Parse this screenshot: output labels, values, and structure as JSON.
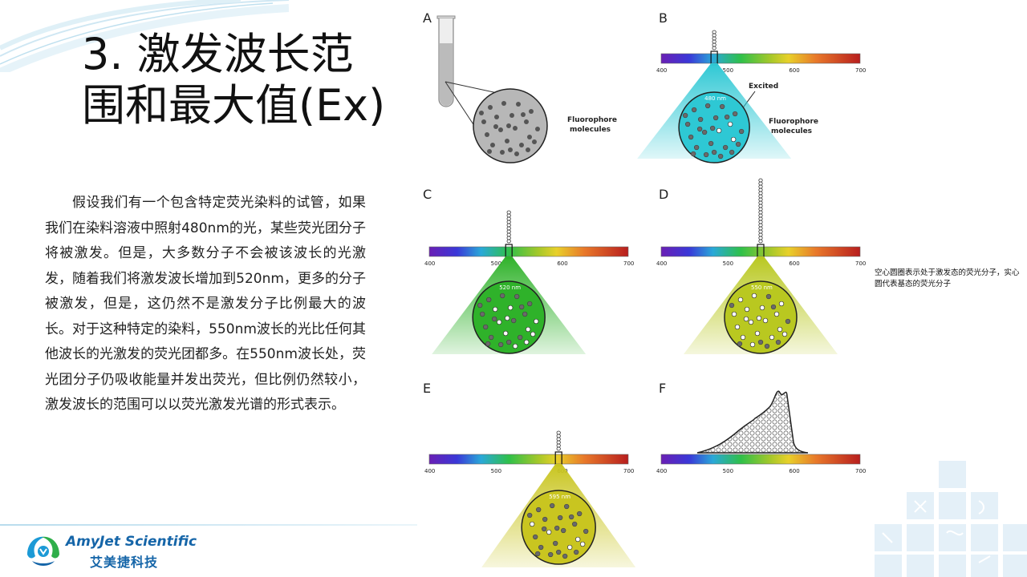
{
  "slide": {
    "title_line1": "3. 激发波长范",
    "title_line2": "围和最大值(Ex)",
    "body": "假设我们有一个包含特定荧光染料的试管，如果我们在染料溶液中照射480nm的光，某些荧光团分子将被激发。但是，大多数分子不会被该波长的光激发，随着我们将激发波长增加到520nm，更多的分子被激发，但是，这仍然不是激发分子比例最大的波长。对于这种特定的染料，550nm波长的光比任何其他波长的光激发的荧光团都多。在550nm波长处，荧光团分子仍吸收能量并发出荧光，但比例仍然较小，激发波长的范围可以以荧光激发光谱的形式表示。",
    "caption": "空心圆圈表示处于激发态的荧光分子，实心圆代表基态的荧光分子"
  },
  "logo": {
    "name_en": "AmyJet Scientific",
    "name_cn": "艾美捷科技"
  },
  "figure": {
    "spectrum_ticks": [
      "400",
      "500",
      "600",
      "700"
    ],
    "panels": [
      {
        "letter": "A",
        "label_line1": "Fluorophore",
        "label_line2": "molecules"
      },
      {
        "letter": "B",
        "wavelength": "480 nm",
        "excited_label": "Excited",
        "label_line1": "Fluorophore",
        "label_line2": "molecules",
        "color": "#2ec8d4"
      },
      {
        "letter": "C",
        "wavelength": "520 nm",
        "color": "#2fb22a"
      },
      {
        "letter": "D",
        "wavelength": "550 nm",
        "color": "#b9c820"
      },
      {
        "letter": "E",
        "wavelength": "595 nm",
        "color": "#c9c520"
      },
      {
        "letter": "F"
      }
    ]
  }
}
